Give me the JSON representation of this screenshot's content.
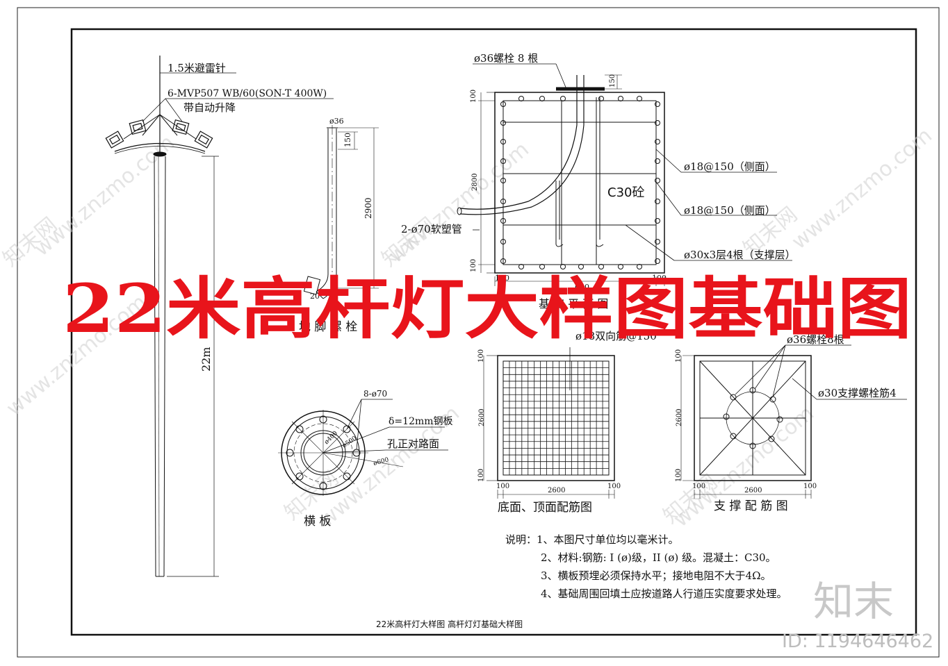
{
  "overlay_title": "22米高杆灯大样图基础图",
  "bottom_caption": "22米高杆灯大样图 高杆灯灯基础大样图",
  "watermark": {
    "logo": "知末",
    "id_text": "ID: 1194646462",
    "url_text": "www.znzmo.com",
    "site_cn": "知末网"
  },
  "pole": {
    "lightning_rod": "1.5米避雷针",
    "lamp_spec": "6-MVP507 WB/60(SON-T 400W)",
    "auto_lift": "带自动升降",
    "height": "22m"
  },
  "anchor_bolt": {
    "dia": "ø36",
    "top_len": "150",
    "len": "2900",
    "bottom": "20",
    "title": "地 脚 螺 栓"
  },
  "plate": {
    "holes": "8-ø70",
    "thickness": "δ=12mm钢板",
    "align": "孔正对路面",
    "d400": "ø400",
    "d500": "ø500",
    "d600": "ø600",
    "title": "横  板"
  },
  "foundation_plan": {
    "bolts": "ø36螺栓 8 根",
    "dim_150": "150",
    "dim_100_top": "100",
    "dim_2800": "2800",
    "dim_100_bottom": "100",
    "hose": "2-ø70软塑管",
    "side_rebar_1": "ø18@150（侧面）",
    "side_rebar_2": "ø18@150（侧面）",
    "concrete": "C30砼",
    "support": "ø30x3层4根（支撑层）",
    "dim_b100_left": "100",
    "dim_b600": "600",
    "dim_b100_right": "100",
    "title": "基 础 平 面 图"
  },
  "rebar_mesh": {
    "label": "ø18双向筋@150",
    "dim_100_top": "100",
    "dim_2600": "2600",
    "dim_100_bottom": "100",
    "dim_100_left": "100",
    "dim_2600_h": "2600",
    "dim_100_right": "100",
    "title": "底面、顶面配筋图"
  },
  "support_rebar": {
    "bolts": "ø36螺栓8根",
    "support": "ø30支撑螺栓筋4",
    "dim_100_top": "100",
    "dim_2600": "2600",
    "dim_100_bottom": "100",
    "dim_100_left": "100",
    "dim_2600_h": "2600",
    "dim_100_right": "100",
    "title": "支 撑 配 筋 图"
  },
  "notes": [
    "说明：1、本图尺寸单位均以毫米计。",
    "2、材料:钢筋: I (ø)级，II (ø) 级。混凝土：C30。",
    "3、横板预埋必须保持水平；接地电阻不大于4Ω。",
    "4、基础周围回填土应按道路人行道压实度要求处理。"
  ]
}
